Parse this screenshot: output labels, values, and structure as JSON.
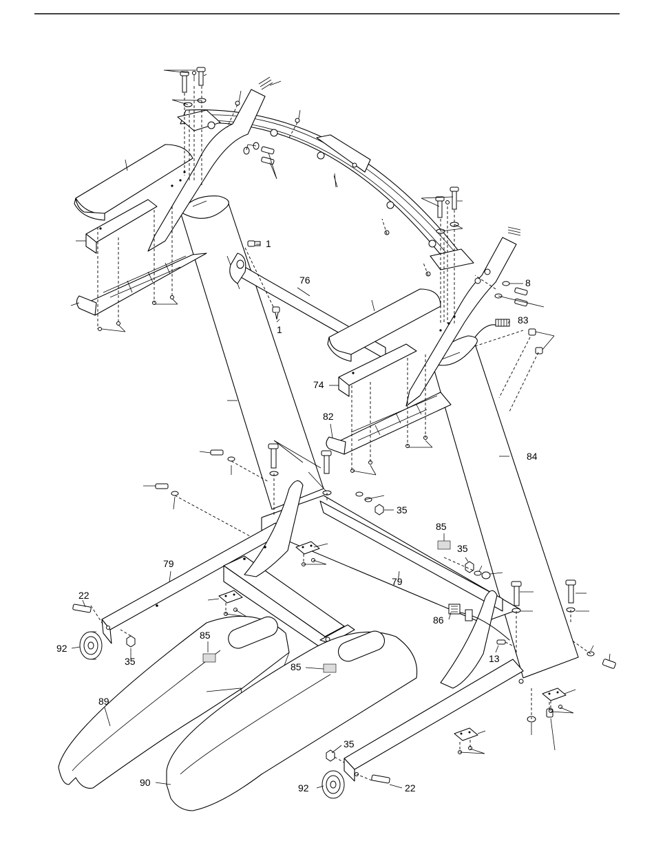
{
  "callouts": [
    {
      "id": "c1a",
      "text": "1"
    },
    {
      "id": "c1b",
      "text": "1"
    },
    {
      "id": "c8",
      "text": "8"
    },
    {
      "id": "c76",
      "text": "76"
    },
    {
      "id": "c83",
      "text": "83"
    },
    {
      "id": "c74",
      "text": "74"
    },
    {
      "id": "c82",
      "text": "82"
    },
    {
      "id": "c84",
      "text": "84"
    },
    {
      "id": "c35a",
      "text": "35"
    },
    {
      "id": "c85a",
      "text": "85"
    },
    {
      "id": "c35b",
      "text": "35"
    },
    {
      "id": "c79a",
      "text": "79"
    },
    {
      "id": "c79b",
      "text": "79"
    },
    {
      "id": "c22a",
      "text": "22"
    },
    {
      "id": "c86",
      "text": "86"
    },
    {
      "id": "c92a",
      "text": "92"
    },
    {
      "id": "c35c",
      "text": "35"
    },
    {
      "id": "c85b",
      "text": "85"
    },
    {
      "id": "c13",
      "text": "13"
    },
    {
      "id": "c85c",
      "text": "85"
    },
    {
      "id": "c89",
      "text": "89"
    },
    {
      "id": "c35d",
      "text": "35"
    },
    {
      "id": "c90",
      "text": "90"
    },
    {
      "id": "c92b",
      "text": "92"
    },
    {
      "id": "c22b",
      "text": "22"
    }
  ]
}
